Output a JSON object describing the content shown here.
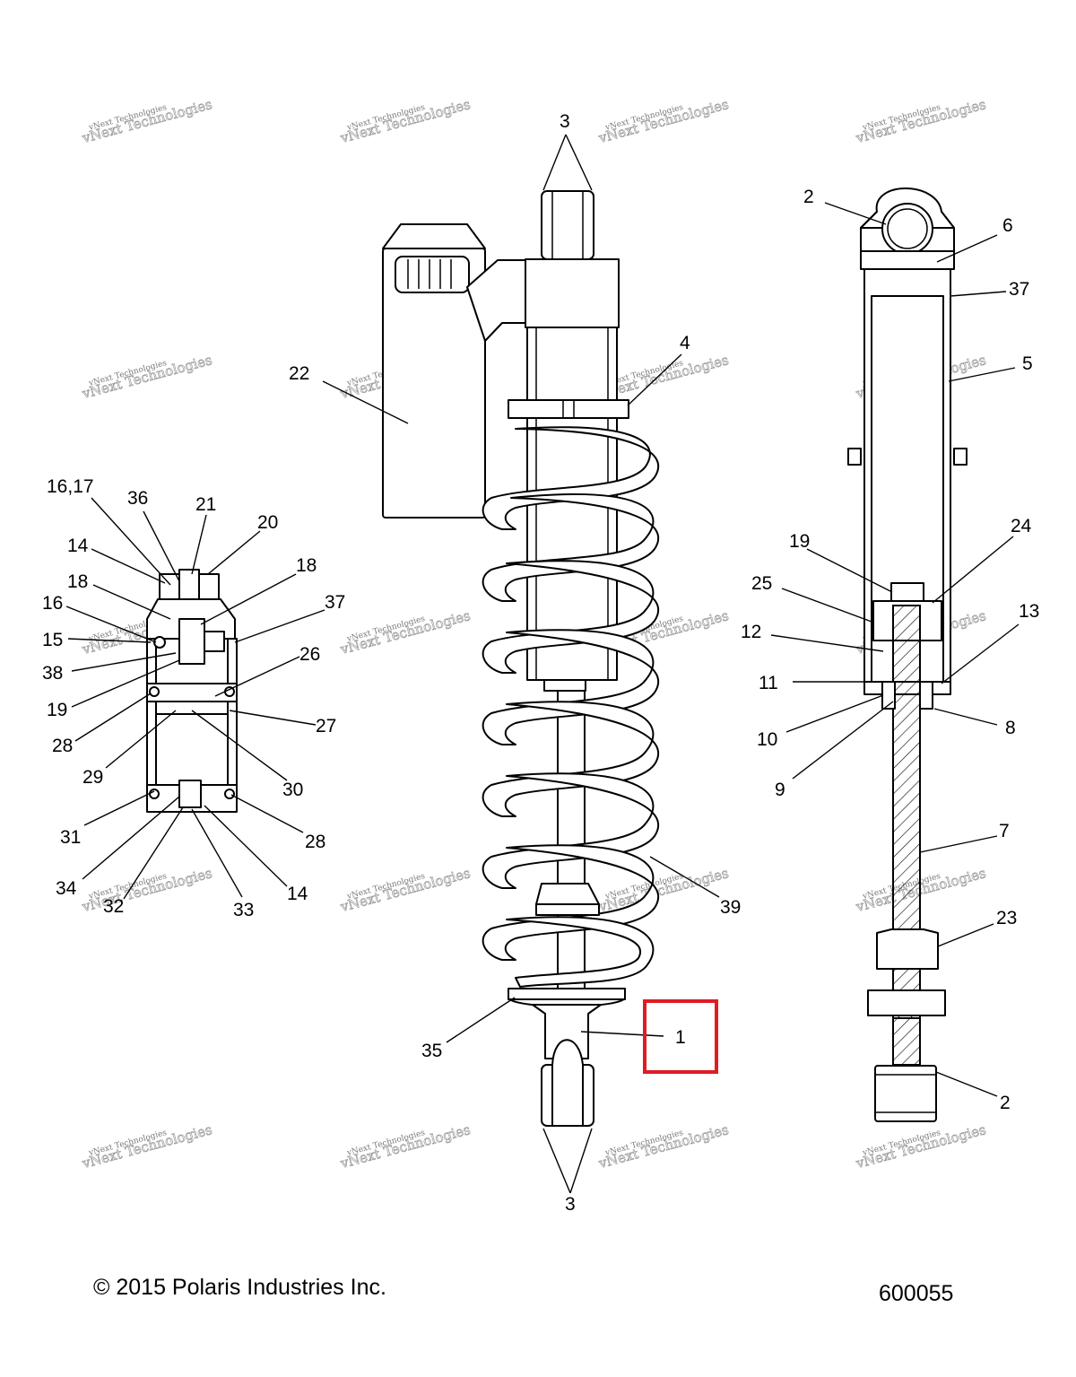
{
  "footer": {
    "copyright": "© 2015 Polaris Industries Inc.",
    "diagram_number": "600055"
  },
  "watermark": {
    "small": "vNext Technologies",
    "large": "vNext Technologies"
  },
  "highlight": {
    "color": "#e01b24",
    "callout": "1"
  },
  "callouts": {
    "c1": "1",
    "c2a": "2",
    "c2b": "2",
    "c3a": "3",
    "c3b": "3",
    "c4": "4",
    "c5": "5",
    "c6": "6",
    "c7": "7",
    "c8": "8",
    "c9": "9",
    "c10": "10",
    "c11": "11",
    "c12": "12",
    "c13": "13",
    "c14a": "14",
    "c14b": "14",
    "c15": "15",
    "c16": "16",
    "c1617": "16,17",
    "c18a": "18",
    "c18b": "18",
    "c19a": "19",
    "c19b": "19",
    "c20": "20",
    "c21": "21",
    "c22": "22",
    "c23": "23",
    "c24": "24",
    "c25": "25",
    "c26": "26",
    "c27": "27",
    "c28a": "28",
    "c28b": "28",
    "c29": "29",
    "c30": "30",
    "c31": "31",
    "c32": "32",
    "c33": "33",
    "c34": "34",
    "c35": "35",
    "c36": "36",
    "c37a": "37",
    "c37b": "37",
    "c38": "38",
    "c39": "39"
  }
}
